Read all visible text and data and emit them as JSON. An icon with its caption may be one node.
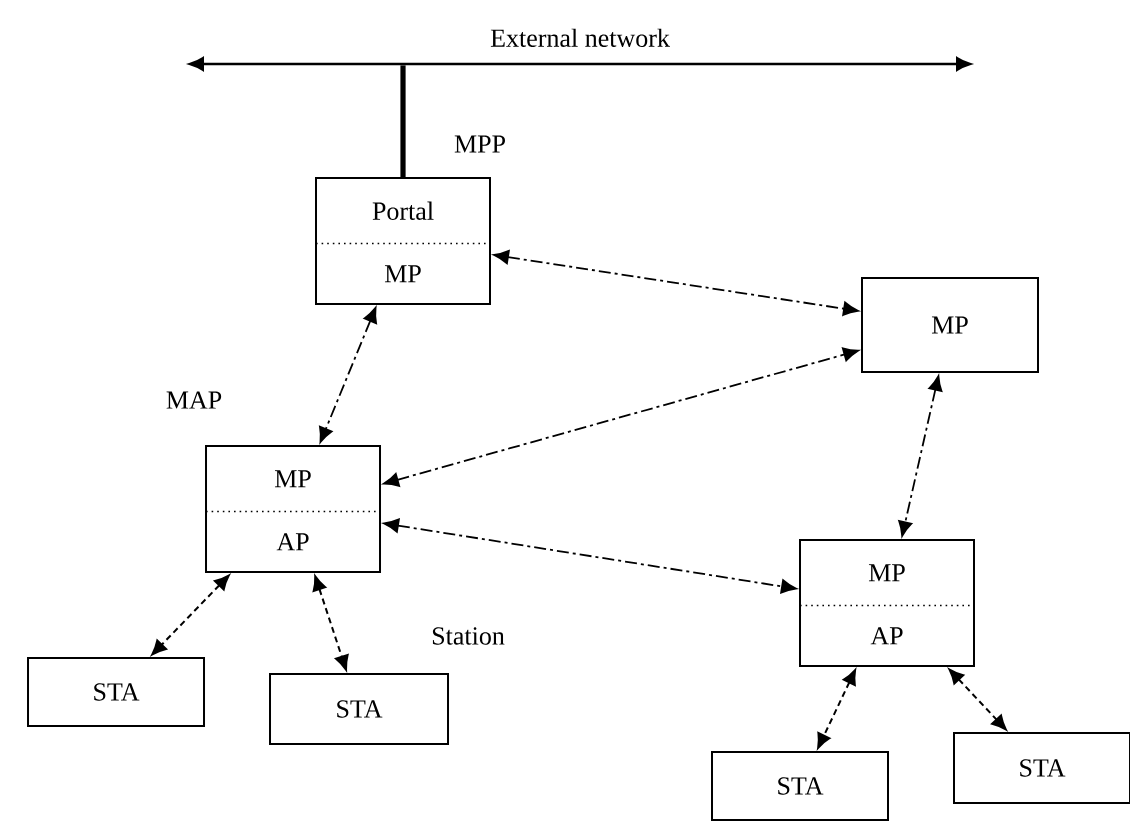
{
  "diagram": {
    "nodes": [
      {
        "text": [
          "External network"
        ]
      },
      {
        "text": [
          "Portal",
          "MP"
        ],
        "beside": [
          "MPP"
        ]
      },
      {
        "text": [
          "MP"
        ]
      },
      {
        "text": [
          "MP",
          "AP"
        ],
        "beside": [
          "MAP"
        ]
      },
      {
        "text": [
          "MP",
          "AP"
        ]
      },
      {
        "text": [
          "STA"
        ]
      },
      {
        "text": [
          "STA"
        ]
      },
      {
        "text": [
          "STA"
        ]
      },
      {
        "text": [
          "STA"
        ]
      }
    ],
    "edges": [
      {
        "from": 1,
        "to": 0,
        "arrow": "none",
        "style": "thick"
      },
      {
        "from": 1,
        "to": 2,
        "arrow": "both",
        "style": "dashed"
      },
      {
        "from": 1,
        "to": 3,
        "arrow": "both",
        "style": "dashed"
      },
      {
        "from": 3,
        "to": 2,
        "arrow": "both",
        "style": "dashed"
      },
      {
        "from": 3,
        "to": 4,
        "arrow": "both",
        "style": "dashed"
      },
      {
        "from": 2,
        "to": 4,
        "arrow": "both",
        "style": "dashed"
      },
      {
        "from": 3,
        "to": 5,
        "arrow": "both",
        "style": "dashed"
      },
      {
        "from": 3,
        "to": 6,
        "arrow": "both",
        "style": "dashed"
      },
      {
        "from": 4,
        "to": 7,
        "arrow": "both",
        "style": "dashed"
      },
      {
        "from": 4,
        "to": 8,
        "arrow": "both",
        "style": "dashed"
      }
    ],
    "labels": [
      "Station"
    ]
  }
}
